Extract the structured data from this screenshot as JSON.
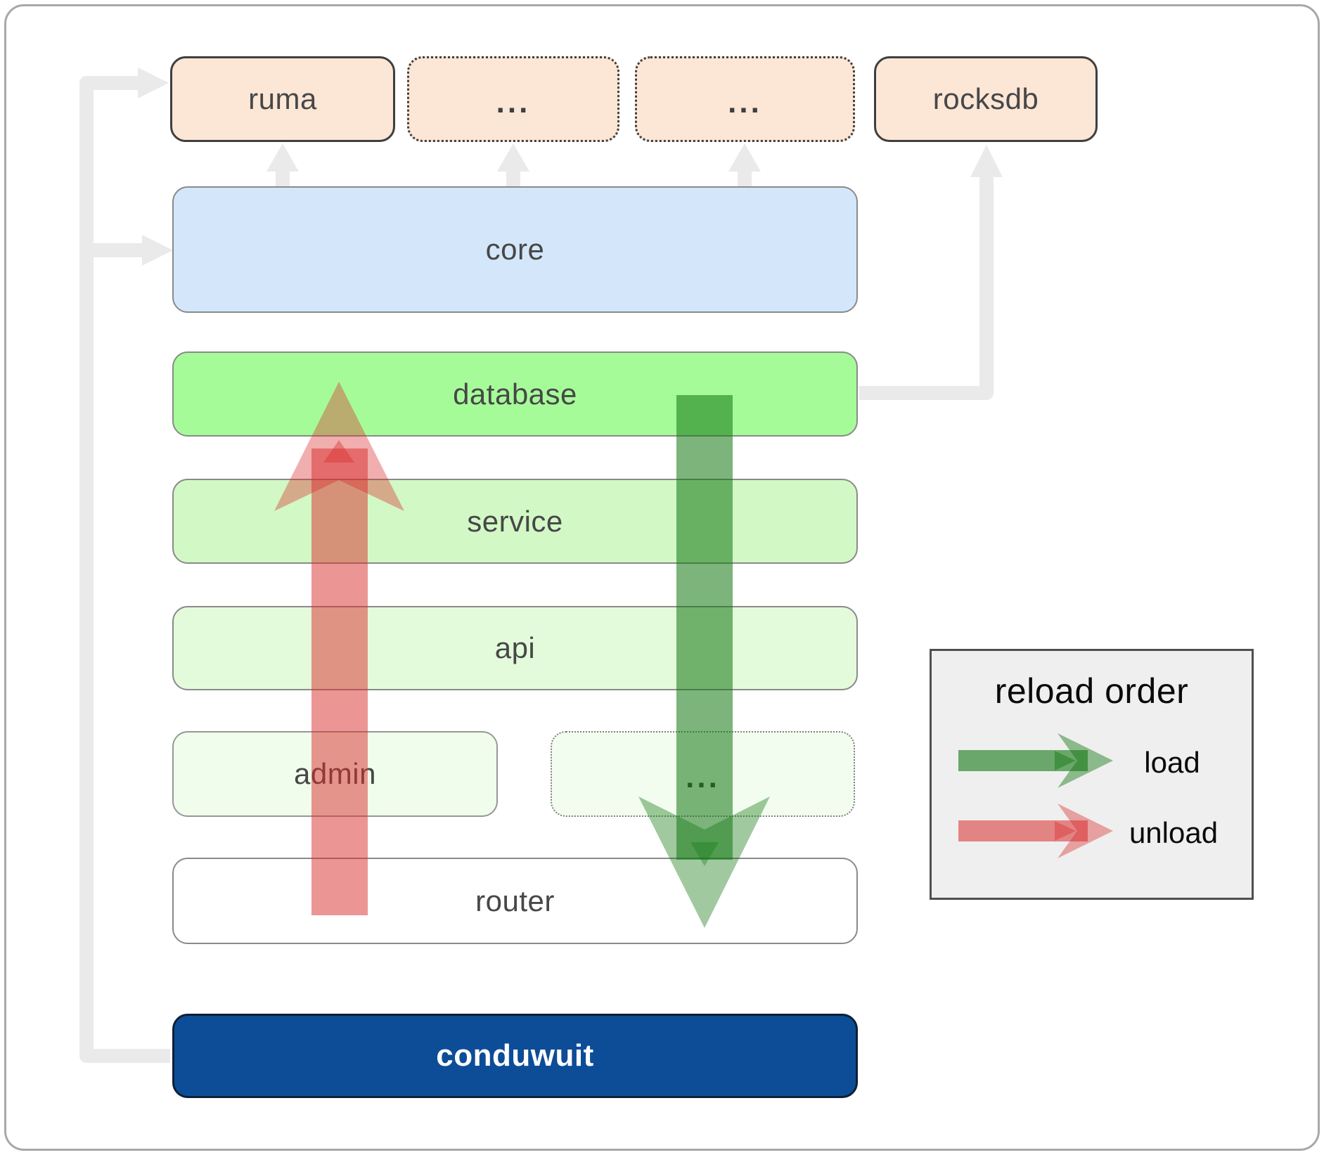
{
  "boxes": {
    "ruma": "ruma",
    "dots_top_1": "...",
    "dots_top_2": "...",
    "rocksdb": "rocksdb",
    "core": "core",
    "database": "database",
    "service": "service",
    "api": "api",
    "admin": "admin",
    "dots_bottom": "...",
    "router": "router",
    "conduwuit": "conduwuit"
  },
  "legend": {
    "title": "reload order",
    "load_label": "load",
    "unload_label": "unload"
  },
  "colors": {
    "peach": "#fce6d6",
    "core-blue": "#d4e7fa",
    "db-green": "#a6fb99",
    "service-green": "#d2f8c6",
    "api-green": "#e4fbdb",
    "admin-green": "#f0fdec",
    "dots-green": "#f3fdef",
    "router-white": "#ffffff",
    "conduwuit-blue": "#0d4d98",
    "connector-gray": "#eaeaea",
    "load-green": "#117711",
    "unload-red": "#d92b2b",
    "legend-bg": "#efefef",
    "box-border": "#8a8a8a",
    "dark-border": "#3f3f3f",
    "label-text": "#474747"
  }
}
